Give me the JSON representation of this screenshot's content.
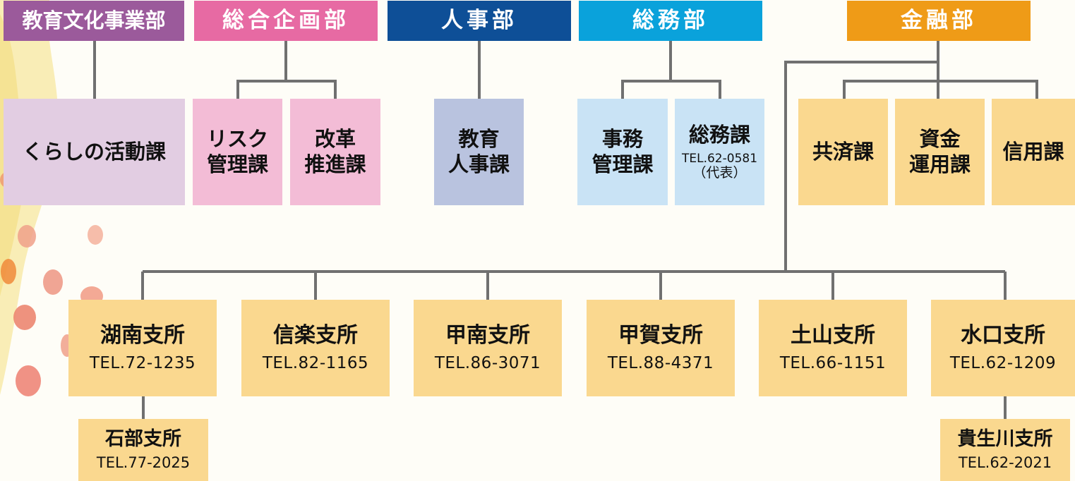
{
  "colors": {
    "edu_dept": "#9b5a9b",
    "plan_dept": "#e76aa3",
    "hr_dept": "#0e4f97",
    "ga_dept": "#0aa2db",
    "fin_dept": "#ef9b17",
    "edu_sect": "#e2cde2",
    "plan_sect": "#f3bcd6",
    "hr_sect": "#b9c3df",
    "ga_sect": "#c9e3f5",
    "fin_sect": "#fad88f",
    "line": "#707070",
    "background": "#fefdf7"
  },
  "departments": {
    "education": "教育文化事業部",
    "planning": "総合企画部",
    "hr": "人事部",
    "general_affairs": "総務部",
    "finance": "金融部"
  },
  "sections": {
    "kurashi": "くらしの活動課",
    "risk": "リスク\n管理課",
    "reform": "改革\n推進課",
    "edu_hr": "教育\n人事課",
    "office_mgmt": "事務\n管理課",
    "soumu": {
      "name": "総務課",
      "tel": "TEL.62-0581",
      "note": "（代表）"
    },
    "kyosai": "共済課",
    "funds": "資金\n運用課",
    "credit": "信用課"
  },
  "branches": [
    {
      "name": "湖南支所",
      "tel": "TEL.72-1235"
    },
    {
      "name": "信楽支所",
      "tel": "TEL.82-1165"
    },
    {
      "name": "甲南支所",
      "tel": "TEL.86-3071"
    },
    {
      "name": "甲賀支所",
      "tel": "TEL.88-4371"
    },
    {
      "name": "土山支所",
      "tel": "TEL.66-1151"
    },
    {
      "name": "水口支所",
      "tel": "TEL.62-1209"
    }
  ],
  "sub_branches": [
    {
      "name": "石部支所",
      "tel": "TEL.77-2025"
    },
    {
      "name": "貴生川支所",
      "tel": "TEL.62-2021"
    }
  ]
}
